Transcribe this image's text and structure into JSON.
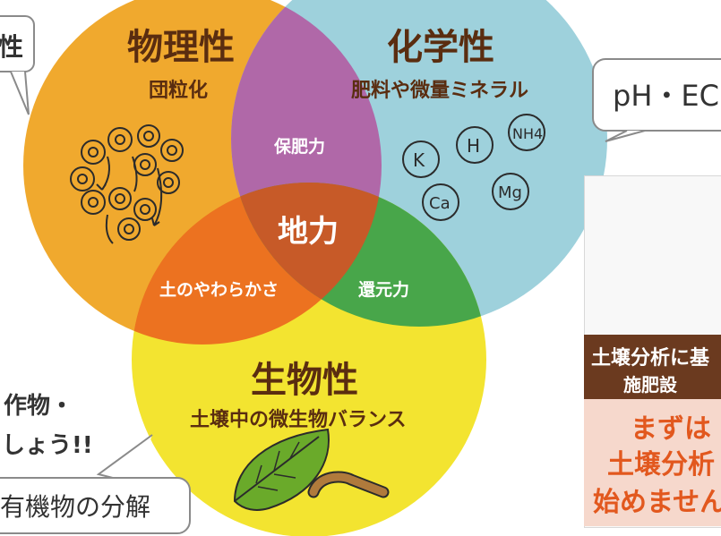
{
  "venn": {
    "physical": {
      "title": "物理性",
      "subtitle": "団粒化",
      "color": "#f0a92e"
    },
    "chemical": {
      "title": "化学性",
      "subtitle": "肥料や微量ミネラル",
      "color": "#9ed1dc"
    },
    "biological": {
      "title": "生物性",
      "subtitle": "土壌中の微生物バランス",
      "color": "#f3e430"
    },
    "overlap_phys_chem": {
      "label": "保肥力",
      "color": "#b068a8"
    },
    "overlap_phys_bio": {
      "label": "土のやわらかさ",
      "color": "#ec7220"
    },
    "overlap_chem_bio": {
      "label": "還元力",
      "color": "#48a64a"
    },
    "center": {
      "label": "地力",
      "color": "#c75a28"
    }
  },
  "elements": [
    "K",
    "H",
    "NH4",
    "Ca",
    "Mg"
  ],
  "callouts": {
    "top_left": "性",
    "right": "pH・EC",
    "bottom_left": "有機物の分解",
    "left_text_1": "作物・",
    "left_text_2": "しょう!!"
  },
  "panel": {
    "brown_line1": "土壌分析に基",
    "brown_line2": "施肥設",
    "pink_line1": "まずは",
    "pink_line2": "土壌分析",
    "pink_line3": "始めません"
  },
  "colors": {
    "title_brown": "#5a2d10",
    "text_white": "#ffffff",
    "callout_border": "#8a8a8a"
  }
}
